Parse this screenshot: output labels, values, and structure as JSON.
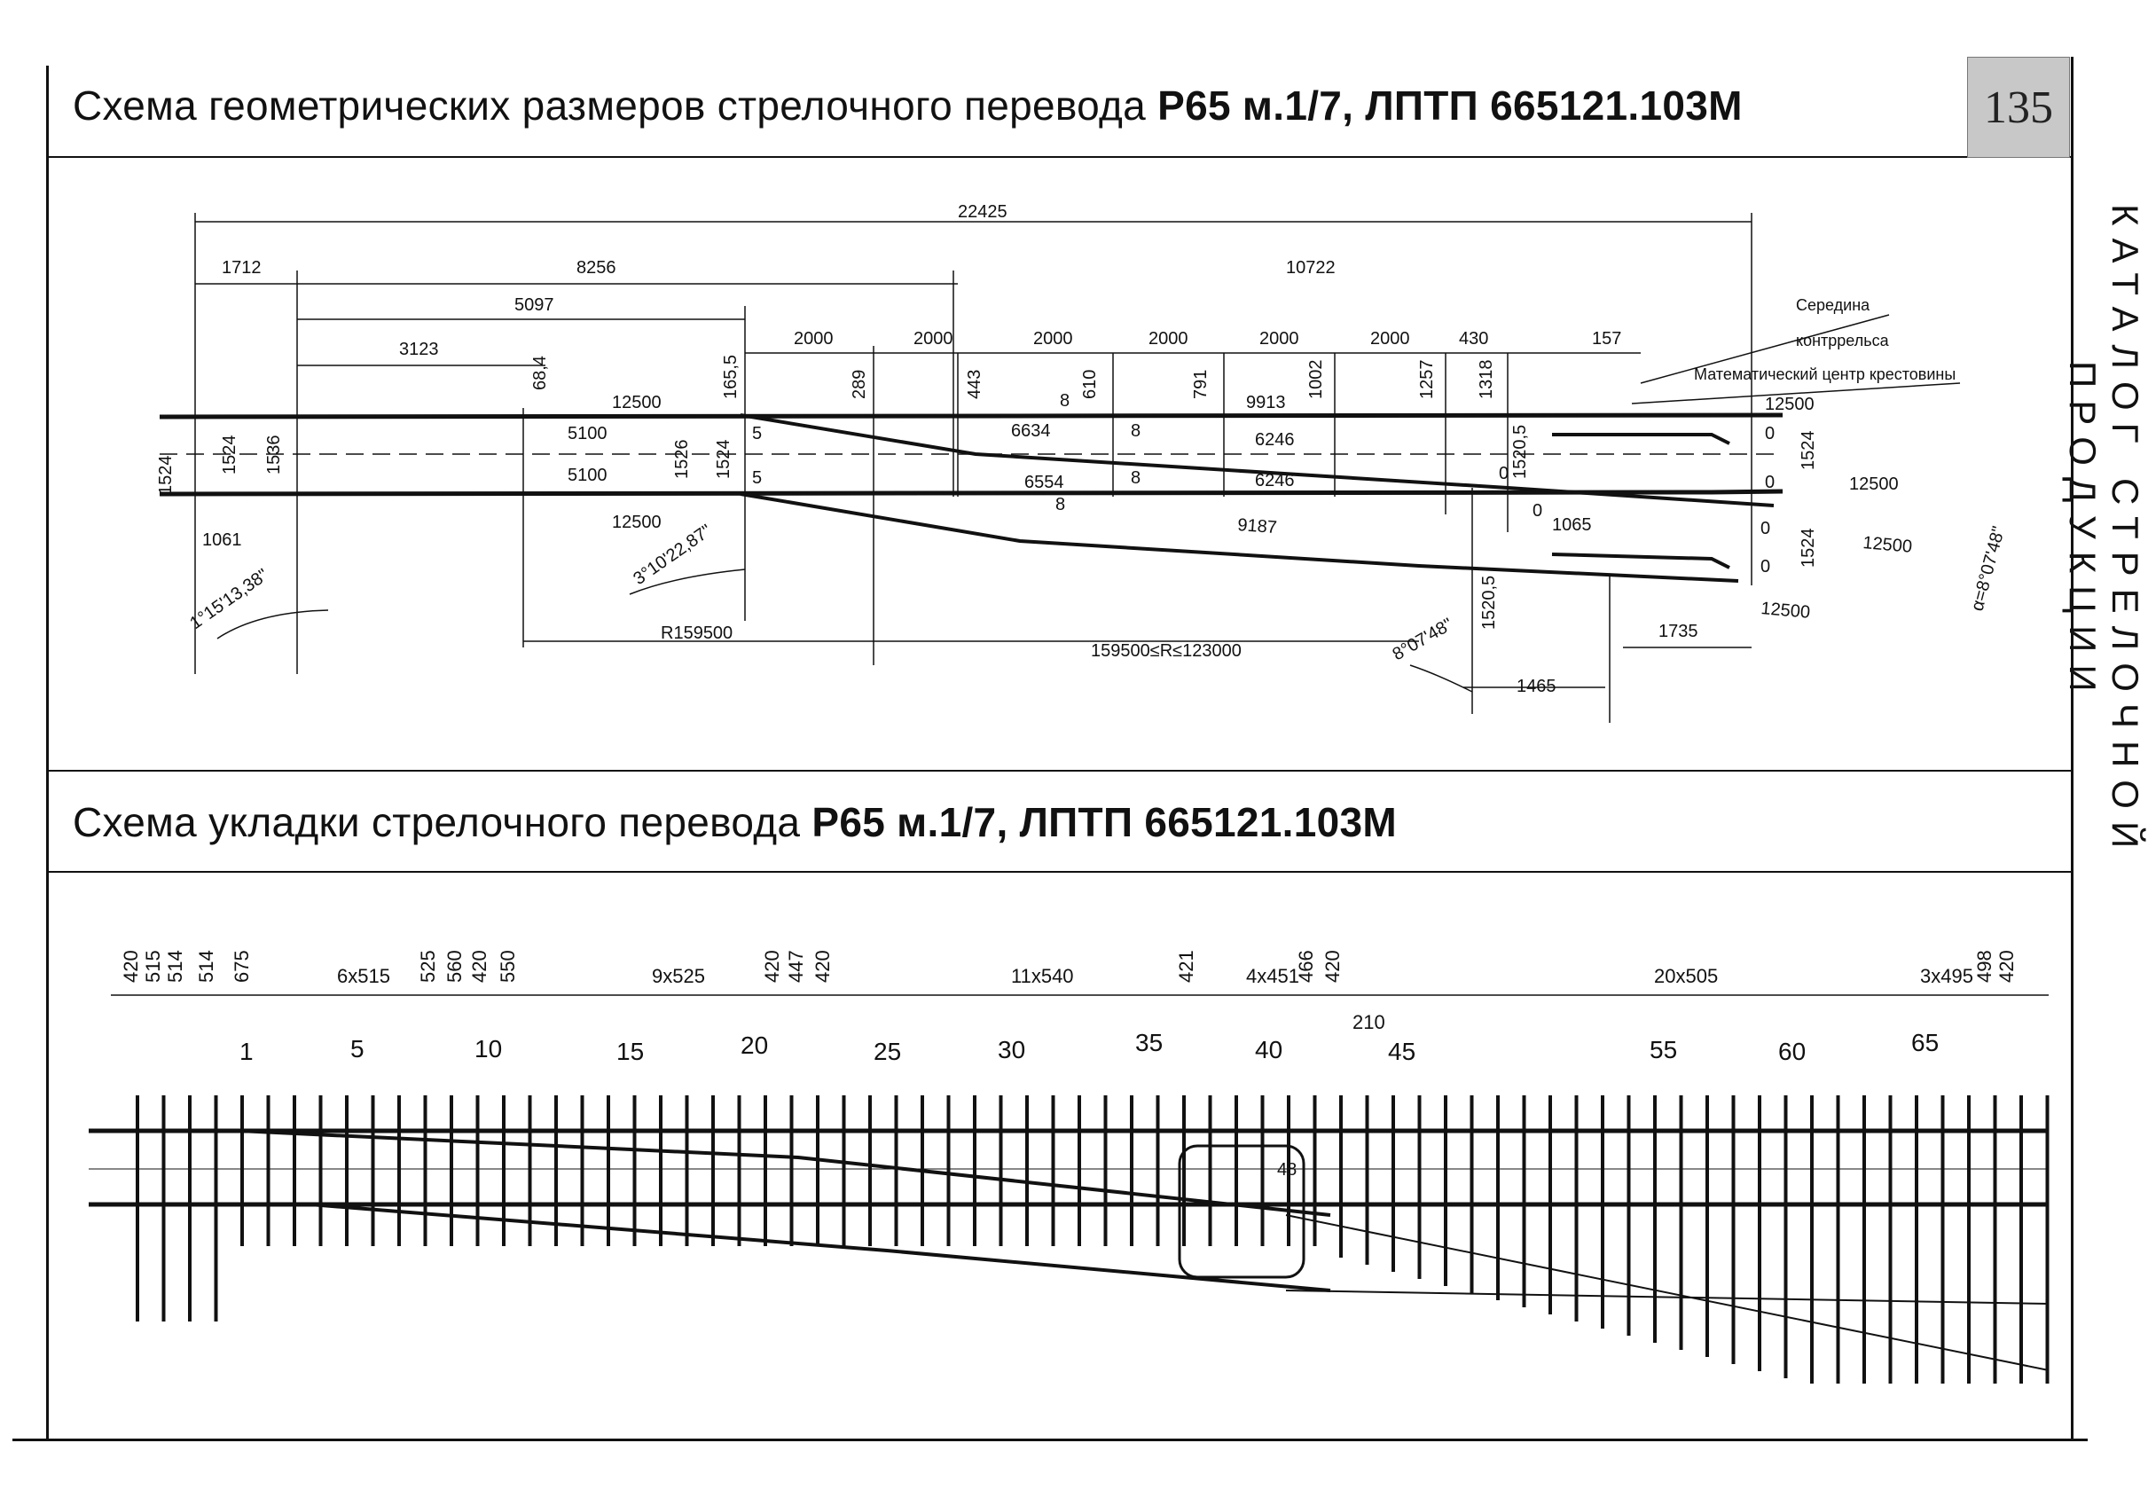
{
  "page_number": "135",
  "side_caption": "КАТАЛОГ СТРЕЛОЧНОЙ ПРОДУКЦИИ",
  "section1": {
    "title_regular": "Схема геометрических размеров стрелочного перевода ",
    "title_bold": "Р65 м.1/7, ЛПТП 665121.103М"
  },
  "section2": {
    "title_regular": "Схема укладки стрелочного перевода ",
    "title_bold": "Р65 м.1/7, ЛПТП 665121.103М"
  },
  "geometry": {
    "top": {
      "total": "22425",
      "a": "1712",
      "b": "8256",
      "c": "10722",
      "d": "5097",
      "e": "3123"
    },
    "spans": [
      "2000",
      "2000",
      "2000",
      "2000",
      "2000",
      "2000",
      "430",
      "157"
    ],
    "offsets": [
      "68,4",
      "165,5",
      "289",
      "443",
      "610",
      "791",
      "1002",
      "1257",
      "1318"
    ],
    "labels": {
      "rail12500_1": "12500",
      "rail12500_2": "12500",
      "rail12500_3": "12500",
      "rail12500_4": "12500",
      "rail12500_5": "12500",
      "rail12500_6": "12500",
      "len5100_1": "5100",
      "len5100_2": "5100",
      "len6634": "6634",
      "len6554": "6554",
      "len9913": "9913",
      "len6246_1": "6246",
      "len6246_2": "6246",
      "len9187": "9187",
      "len1065": "1065",
      "g1524_1": "1524",
      "g1524_2": "1524",
      "g1536": "1536",
      "g1526": "1526",
      "g1524_3": "1524",
      "g1524_4": "1524",
      "g1524_5": "1524",
      "g1520_1": "1520,5",
      "g1520_2": "1520,5",
      "d1061": "1061",
      "d1735": "1735",
      "d1465": "1465",
      "n8_1": "8",
      "n8_2": "8",
      "n8_3": "8",
      "n8_4": "8",
      "n5_1": "5",
      "n5_2": "5",
      "z0_1": "0",
      "z0_2": "0",
      "z0_3": "0",
      "z0_4": "0",
      "z0_5": "0",
      "z0_6": "0",
      "ang1": "1°15'13,38\"",
      "ang2": "3°10'22,87\"",
      "ang3": "8°07'48\"",
      "alpha": "α=8°07'48\"",
      "r1": "R159500",
      "r2": "159500≤R≤123000",
      "leader1": "Середина",
      "leader2": "контррельса",
      "leader3": "Математический центр крестовины"
    }
  },
  "layout": {
    "dims": [
      "420",
      "515",
      "514",
      "514",
      "675",
      "6x515",
      "525",
      "560",
      "420",
      "550",
      "9x525",
      "420",
      "447",
      "420",
      "11x540",
      "421",
      "4x451",
      "466",
      "420",
      "20x505",
      "3x495",
      "498",
      "420"
    ],
    "sleeper_numbers": [
      "1",
      "5",
      "10",
      "15",
      "20",
      "25",
      "30",
      "35",
      "40",
      "45",
      "55",
      "60",
      "65"
    ],
    "note_210": "210",
    "note_48": "48"
  }
}
